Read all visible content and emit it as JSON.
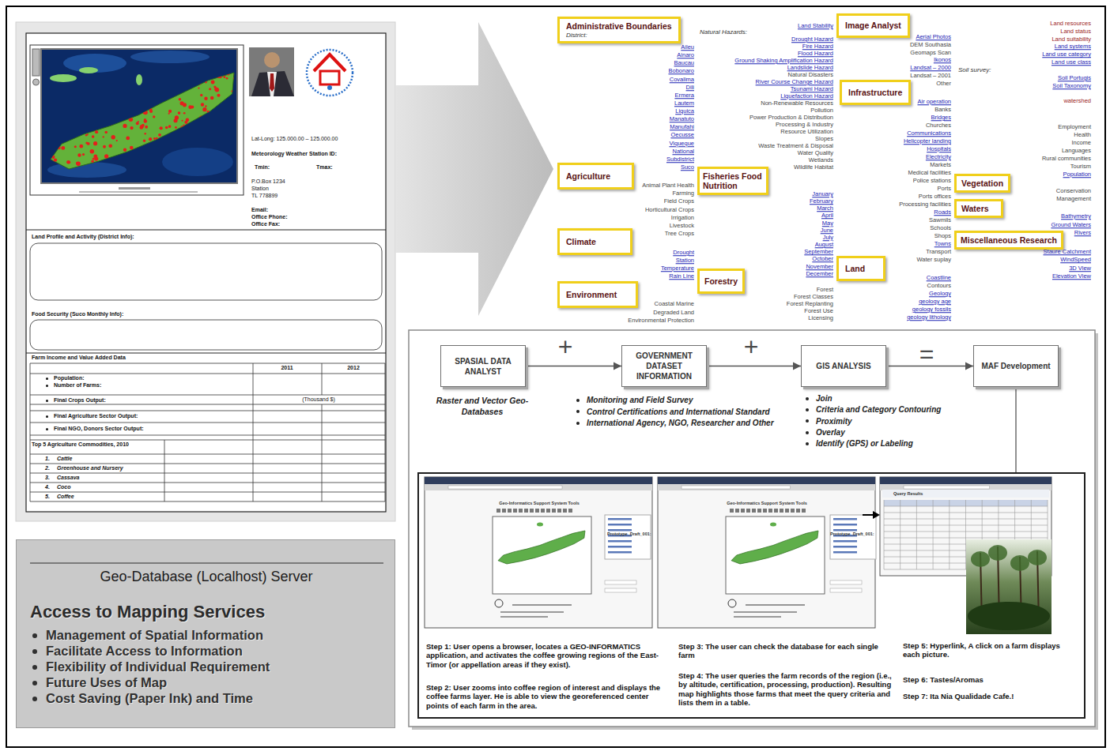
{
  "diagram": {
    "nodes": [
      {
        "text": [
          "Geo-Database (Localhost) Server",
          "Access to Mapping Services",
          "Management of Spatial Information",
          "Facilitate Access to Information",
          "Flexibility of Individual Requirement",
          "Future Uses of Map",
          "Cost Saving (Paper Ink) and Time"
        ]
      },
      {
        "text": [
          "Administrative Boundaries",
          "District:"
        ]
      },
      {
        "text": [
          "Image Analyst"
        ]
      },
      {
        "text": [
          "Infrastructure"
        ]
      },
      {
        "text": [
          "Agriculture"
        ]
      },
      {
        "text": [
          "Fisheries Food Nutrition"
        ]
      },
      {
        "text": [
          "Vegetation"
        ]
      },
      {
        "text": [
          "Waters"
        ]
      },
      {
        "text": [
          "Climate"
        ]
      },
      {
        "text": [
          "Miscellaneous Research"
        ]
      },
      {
        "text": [
          "Land"
        ]
      },
      {
        "text": [
          "Forestry"
        ]
      },
      {
        "text": [
          "Environment"
        ]
      },
      {
        "text": [
          "SPASIAL DATA ANALYST"
        ]
      },
      {
        "text": [
          "GOVERNMENT DATASET INFORMATION"
        ]
      },
      {
        "text": [
          "GIS ANALYSIS"
        ]
      },
      {
        "text": [
          "MAF Development"
        ]
      },
      {
        "text": [
          "Step 1: User opens a browser, locates a GEO-INFORMATICS application, and activates the coffee growing regions of the East-Timor (or appellation areas if they exist).",
          "Step 2: User zooms into coffee region of interest and displays the coffee farms layer. He is able to view the georeferenced center points of each farm in the area.",
          "Step 3: The user can check the database for each single farm",
          "Step 4: The user queries the farm records of the region (i.e., by altitude, certification, processing, production). Resulting map highlights those farms that meet the query criteria and lists them in a table.",
          "Step 5: Hyperlink, A click on a farm displays each picture.",
          "Step 6: Tastes/Aromas",
          "Step 7: Ita Nia Qualidade Cafe.!"
        ]
      }
    ],
    "edges": [
      {
        "from": 13,
        "to": 14,
        "arrow": "to"
      },
      {
        "from": 14,
        "to": 15,
        "arrow": "to"
      },
      {
        "from": 15,
        "to": 16,
        "arrow": "to"
      },
      {
        "from": 16,
        "to": 17,
        "arrow": "none"
      }
    ],
    "labels": [
      "+",
      "+",
      "=",
      "Raster and Vector Geo-Databases",
      "Monitoring and Field Survey",
      "Control Certifications and International Standard",
      "International Agency, NGO, Researcher and Other",
      "Join",
      "Criteria and Category Contouring",
      "Proximity",
      "Overlay",
      "Identify (GPS) or Labeling",
      "Natural Hazards:",
      "Aileu",
      "Ainaro",
      "Baucau",
      "Bobonaro",
      "Covalima",
      "Dili",
      "Ermera",
      "Lautem",
      "Liquica",
      "Manatuto",
      "Manufahi",
      "Oecusse",
      "Viqueque",
      "National",
      "Subdistrict",
      "Suco",
      "Animal Plant Health",
      "Farming",
      "Field Crops",
      "Horticultural Crops",
      "Irrigation",
      "Livestock",
      "Tree Crops",
      "Drought",
      "Station",
      "Temperature",
      "Rain Line",
      "Coastal Marine",
      "Degraded Land",
      "Environmental Protection",
      "Land Stability",
      "Drought Hazard",
      "Fire Hazard",
      "Flood Hazard",
      "Ground Shaking Amplification Hazard",
      "Landslide Hazard",
      "Natural Disasters",
      "River Course Change Hazard",
      "Tsunami Hazard",
      "Liquefaction Hazard",
      "Non-Renewable Resources",
      "Pollution",
      "Power Production & Distribution",
      "Processing & Industry",
      "Resource Utilization",
      "Slopes",
      "Waste Treatment & Disposal",
      "Water Quality",
      "Wetlands",
      "Wildlife Habitat",
      "January",
      "February",
      "March",
      "April",
      "May",
      "June",
      "July",
      "August",
      "September",
      "October",
      "November",
      "December",
      "Forest",
      "Forest Classes",
      "Forest Replanting",
      "Forest Use",
      "Licensing",
      "Soil survey:",
      "Aerial Photos",
      "DEM Southasia",
      "Geomaps Scan",
      "Ikonos",
      "Landsat – 2000",
      "Landsat – 2001",
      "Other",
      "Air operation",
      "Banks",
      "Bridges",
      "Churches",
      "Communications",
      "Helicopter landing",
      "Hospitals",
      "Electricity",
      "Markets",
      "Medical facilities",
      "Police stations",
      "Ports",
      "Ports offices",
      "Processing facilities",
      "Roads",
      "Sawmils",
      "Schools",
      "Shops",
      "Towns",
      "Transport",
      "Water suplay",
      "Coastline",
      "Contours",
      "Geology",
      "geology age",
      "geology fossils",
      "geology lithology",
      "Land resources",
      "Land status",
      "Land suitability",
      "Land systems",
      "Land use category",
      "Land use class",
      "Soil Portugis",
      "Soil Taxonomy",
      "watershed",
      "Employment",
      "Health",
      "Income",
      "Languages",
      "Rural communities",
      "Tourism",
      "Population",
      "Conservation",
      "Management",
      "Bathymetry",
      "Ground Waters",
      "Rivers",
      "Staure Catchment",
      "WindSpeed",
      "3D View",
      "Elevation View",
      "Lat-Long: 125.000.00 – 125.000.00",
      "Meteorology Weather Station ID:",
      "Tmin:",
      "Tmax:",
      "P.O.Box 1234",
      "Station",
      "TL 778899",
      "Email:",
      "Office Phone:",
      "Office Fax:",
      "Land Profile and Activity (District Info):",
      "Food Security (Suco Monthly Info):",
      "Farm Income and Value Added Data",
      "2011",
      "2012",
      "Population:",
      "Number of Farms:",
      "Final Crops Output:",
      "(Thousand $)",
      "Final Agriculture Sector Output:",
      "Final NGO, Donors Sector Output:",
      "Top 5 Agriculture Commodities, 2010",
      "1.",
      "Cattle",
      "2.",
      "Greenhouse and Nursery",
      "3.",
      "Cassava",
      "4.",
      "Coco",
      "5.",
      "Coffee",
      "Geo-Informatics Support System Tools",
      "Prototype_Draft_001:",
      "Geo-Informatics Support System Tools",
      "Prototype_Draft_001:",
      "Query Results"
    ]
  }
}
